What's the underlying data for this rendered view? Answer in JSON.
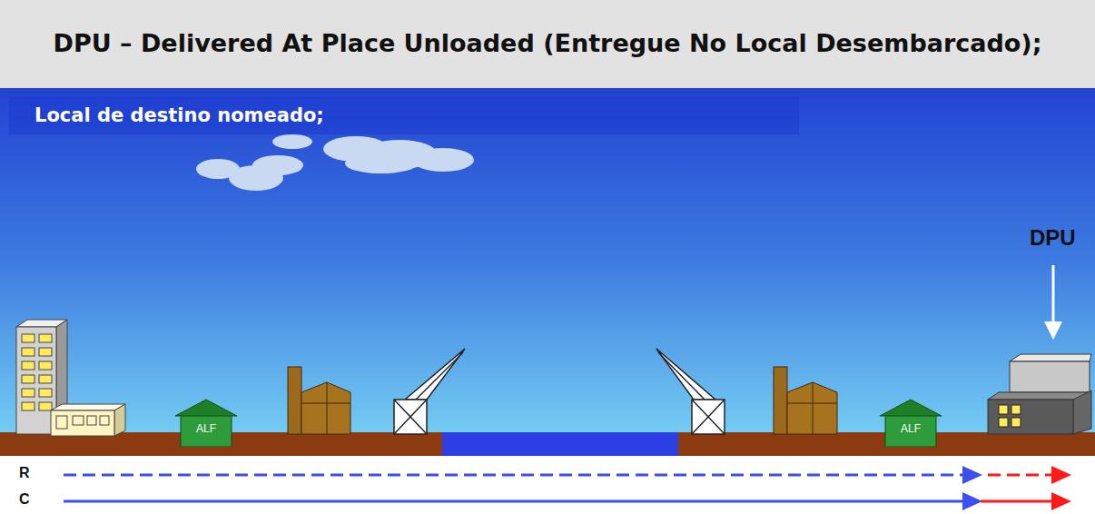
{
  "diagram": {
    "title": "DPU – Delivered At Place Unloaded (Entregue No Local Desembarcado);",
    "nodes": [
      {
        "text": [
          "Local de destino nomeado;"
        ]
      },
      {
        "text": [
          "ALF"
        ]
      },
      {
        "text": [
          "ALF"
        ]
      }
    ],
    "labels": [
      "DPU",
      "R",
      "C"
    ]
  }
}
